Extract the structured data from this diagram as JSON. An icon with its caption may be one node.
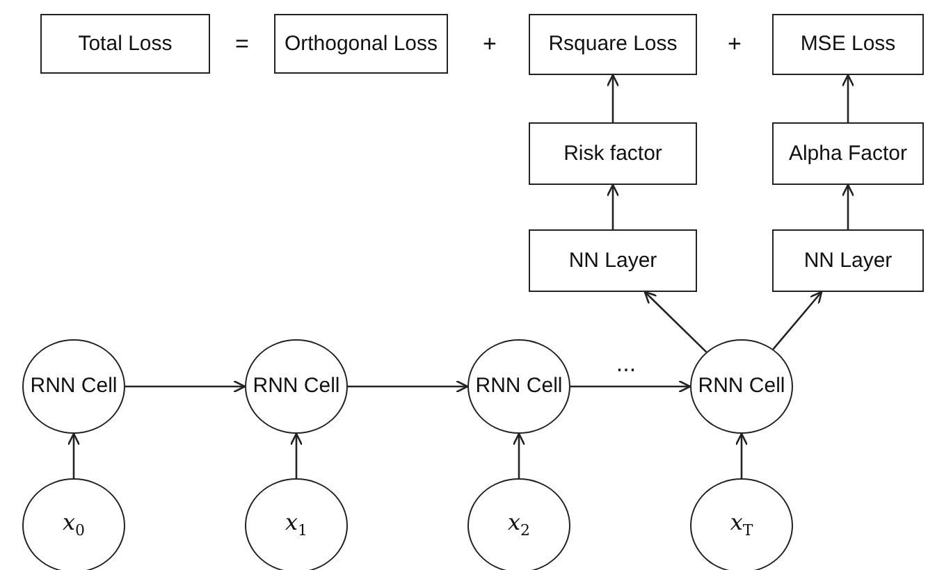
{
  "diagram": {
    "nodes": [
      {
        "text": [
          "Total Loss"
        ]
      },
      {
        "text": [
          "Orthogonal Loss"
        ]
      },
      {
        "text": [
          "Rsquare Loss"
        ]
      },
      {
        "text": [
          "MSE Loss"
        ]
      },
      {
        "text": [
          "Risk factor"
        ]
      },
      {
        "text": [
          "Alpha Factor"
        ]
      },
      {
        "text": [
          "NN Layer"
        ]
      },
      {
        "text": [
          "NN Layer"
        ]
      },
      {
        "text": [
          "RNN Cell"
        ]
      },
      {
        "text": [
          "RNN Cell"
        ]
      },
      {
        "text": [
          "RNN Cell"
        ]
      },
      {
        "text": [
          "RNN Cell"
        ]
      },
      {
        "text": [
          "*x*$_{0}$"
        ]
      },
      {
        "text": [
          "*x*$_{1}$"
        ]
      },
      {
        "text": [
          "*x*$_{2}$"
        ]
      },
      {
        "text": [
          "*x*$_{T}$"
        ]
      }
    ],
    "edges": [
      {
        "from": 12,
        "to": 8,
        "arrow": "to"
      },
      {
        "from": 13,
        "to": 9,
        "arrow": "to"
      },
      {
        "from": 14,
        "to": 10,
        "arrow": "to"
      },
      {
        "from": 15,
        "to": 11,
        "arrow": "to"
      },
      {
        "from": 8,
        "to": 9,
        "arrow": "to"
      },
      {
        "from": 9,
        "to": 10,
        "arrow": "to"
      },
      {
        "from": 10,
        "to": 11,
        "arrow": "to"
      },
      {
        "from": 11,
        "to": 6,
        "arrow": "to"
      },
      {
        "from": 11,
        "to": 7,
        "arrow": "to"
      },
      {
        "from": 6,
        "to": 4,
        "arrow": "to"
      },
      {
        "from": 7,
        "to": 5,
        "arrow": "to"
      },
      {
        "from": 4,
        "to": 2,
        "arrow": "to"
      },
      {
        "from": 5,
        "to": 3,
        "arrow": "to"
      }
    ],
    "labels": [
      "=",
      "+",
      "+",
      "..."
    ]
  }
}
